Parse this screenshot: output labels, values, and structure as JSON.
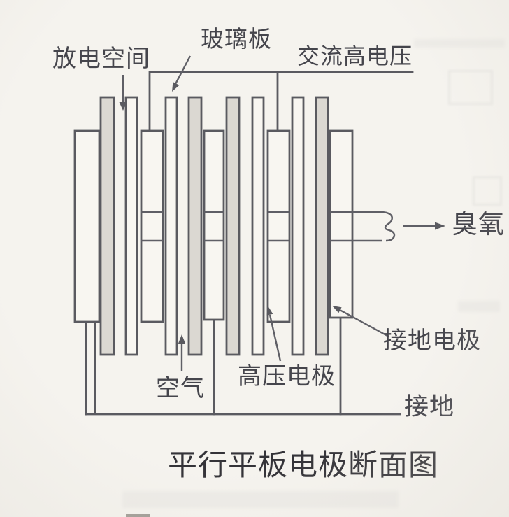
{
  "figure": {
    "title": "平行平板电极断面图",
    "labels": {
      "discharge_space": "放电空间",
      "glass_plate": "玻璃板",
      "ac_high_voltage": "交流高电压",
      "ozone": "臭氧",
      "ground_electrode": "接地电极",
      "hv_electrode": "高压电极",
      "air": "空气",
      "ground": "接地"
    },
    "structure": {
      "ground_electrode_count": 3,
      "hv_electrode_count": 2,
      "glass_plate_count": 8,
      "discharge_gap_count": 4
    },
    "colors": {
      "background": "#f5f3ee",
      "line": "#5a5a60",
      "glass_fill": "#dbd8d2",
      "electrode_fill": "#f8f6f1",
      "text": "#45454c",
      "title_text": "#343338"
    }
  }
}
